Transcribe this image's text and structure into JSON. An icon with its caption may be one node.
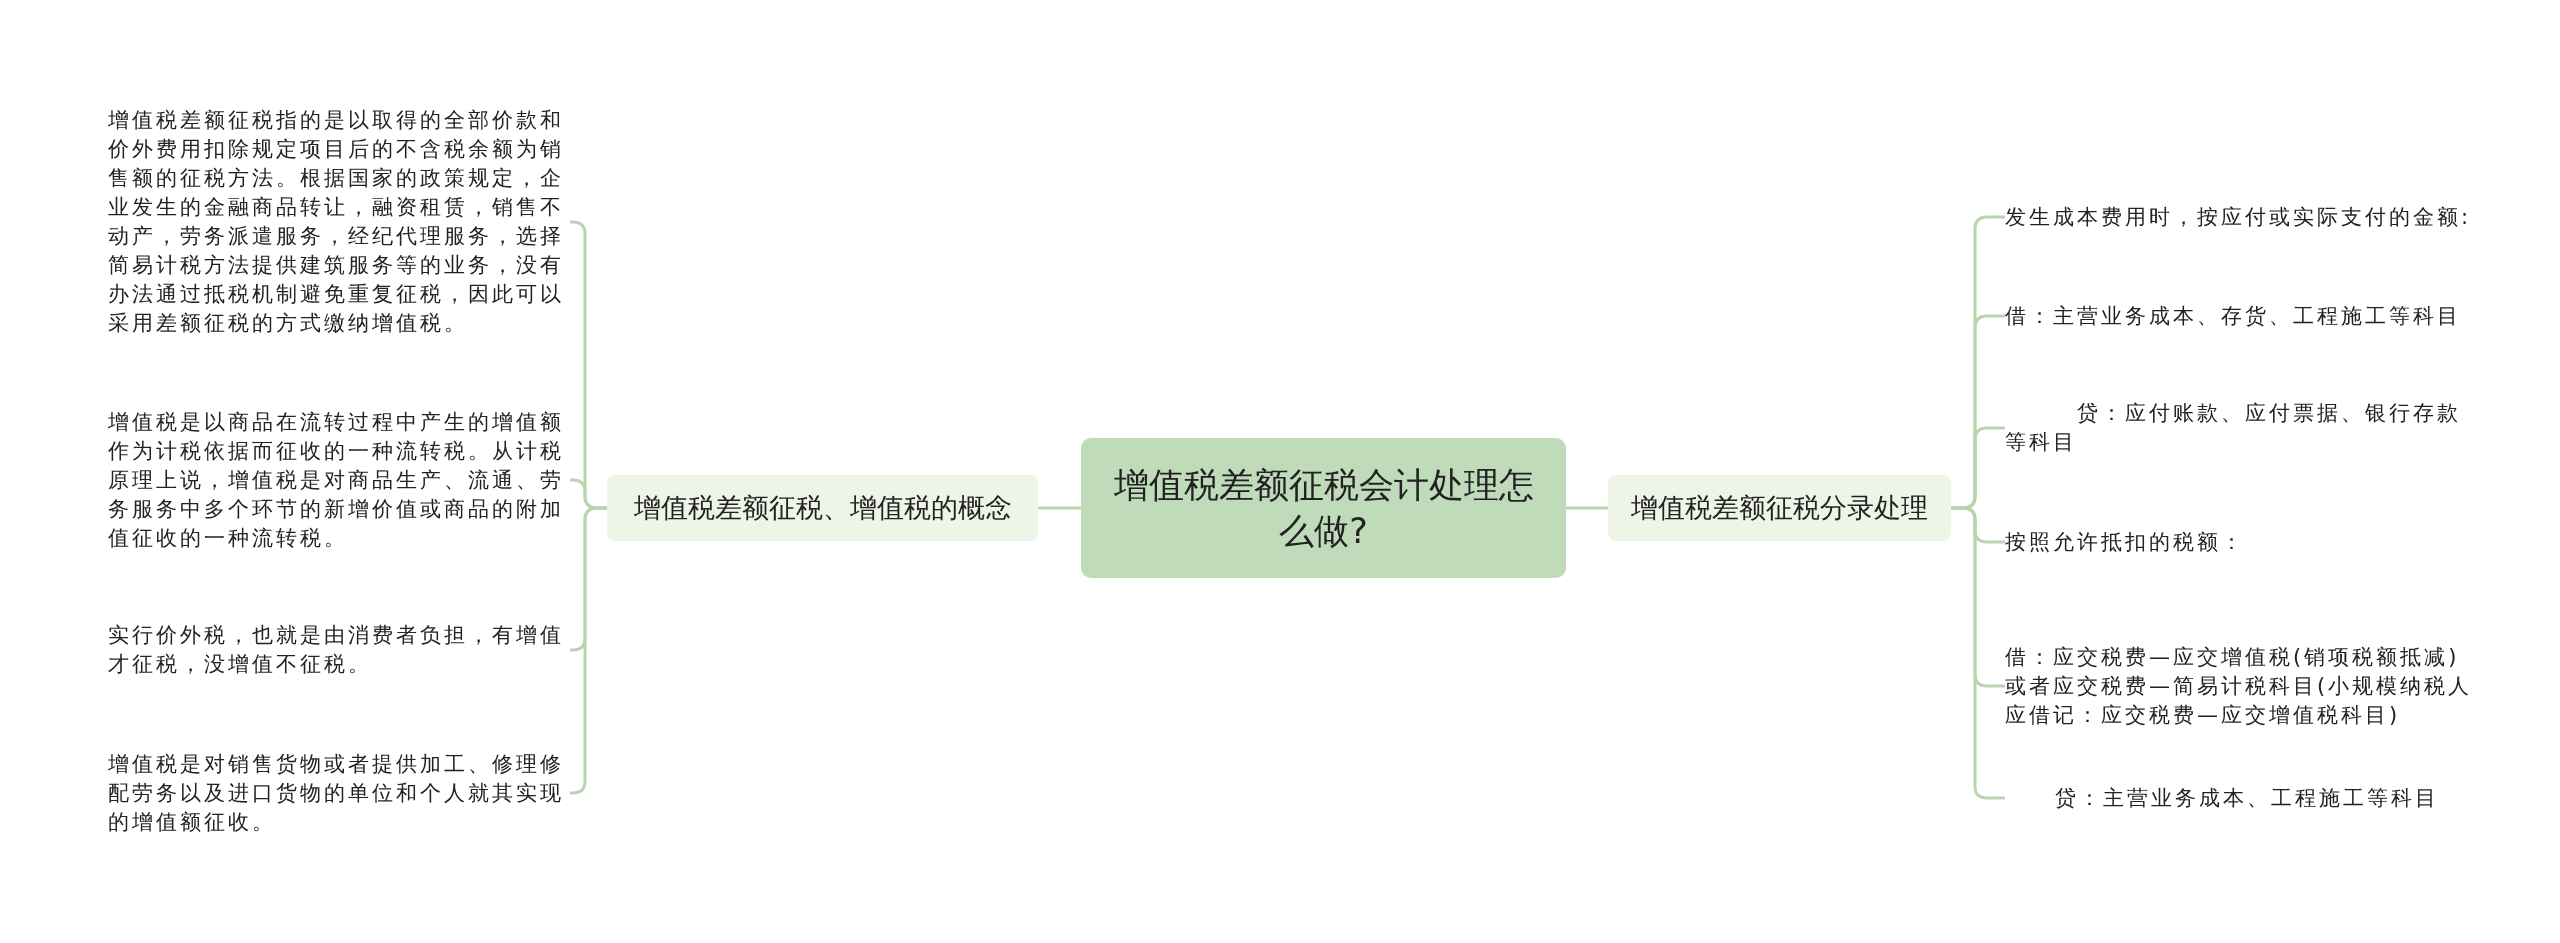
{
  "diagram": {
    "nodes": [
      {
        "text": [
          "增值税差额征税会计处理怎么做?"
        ]
      },
      {
        "text": [
          "增值税差额征税、增值税的概念"
        ]
      },
      {
        "text": [
          "增值税差额征税指的是以取得的全部价款和价外费用扣除规定项目后的不含税余额为销售额的征税方法。根据国家的政策规定，企业发生的金融商品转让，融资租赁，销售不动产，劳务派遣服务，经纪代理服务，选择简易计税方法提供建筑服务等的业务，没有办法通过抵税机制避免重复征税，因此可以采用差额征税的方式缴纳增值税。"
        ]
      },
      {
        "text": [
          "增值税是以商品在流转过程中产生的增值额作为计税依据而征收的一种流转税。从计税原理上说，增值税是对商品生产、流通、劳务服务中多个环节的新增价值或商品的附加值征收的一种流转税。"
        ]
      },
      {
        "text": [
          "实行价外税，也就是由消费者负担，有增值才征税，没增值不征税。"
        ]
      },
      {
        "text": [
          "增值税是对销售货物或者提供加工、修理修配劳务以及进口货物的单位和个人就其实现的增值额征收。"
        ]
      },
      {
        "text": [
          "增值税差额征税分录处理"
        ]
      },
      {
        "text": [
          "发生成本费用时，按应付或实际支付的金额:"
        ]
      },
      {
        "text": [
          "借：主营业务成本、存货、工程施工等科目"
        ]
      },
      {
        "text": [
          "贷：应付账款、应付票据、银行存款等科目"
        ]
      },
      {
        "text": [
          "按照允许抵扣的税额："
        ]
      },
      {
        "text": [
          "借：应交税费—应交增值税(销项税额抵减)或者应交税费—简易计税科目(小规模纳税人应借记：应交税费—应交增值税科目)"
        ]
      },
      {
        "text": [
          "贷：主营业务成本、工程施工等科目"
        ]
      }
    ],
    "edges": [
      {
        "from": 0,
        "to": 1,
        "arrow": "none"
      },
      {
        "from": 1,
        "to": 2,
        "arrow": "none"
      },
      {
        "from": 1,
        "to": 3,
        "arrow": "none"
      },
      {
        "from": 1,
        "to": 4,
        "arrow": "none"
      },
      {
        "from": 1,
        "to": 5,
        "arrow": "none"
      },
      {
        "from": 0,
        "to": 6,
        "arrow": "none"
      },
      {
        "from": 6,
        "to": 7,
        "arrow": "none"
      },
      {
        "from": 6,
        "to": 8,
        "arrow": "none"
      },
      {
        "from": 6,
        "to": 9,
        "arrow": "none"
      },
      {
        "from": 6,
        "to": 10,
        "arrow": "none"
      },
      {
        "from": 6,
        "to": 11,
        "arrow": "none"
      },
      {
        "from": 6,
        "to": 12,
        "arrow": "none"
      }
    ]
  }
}
